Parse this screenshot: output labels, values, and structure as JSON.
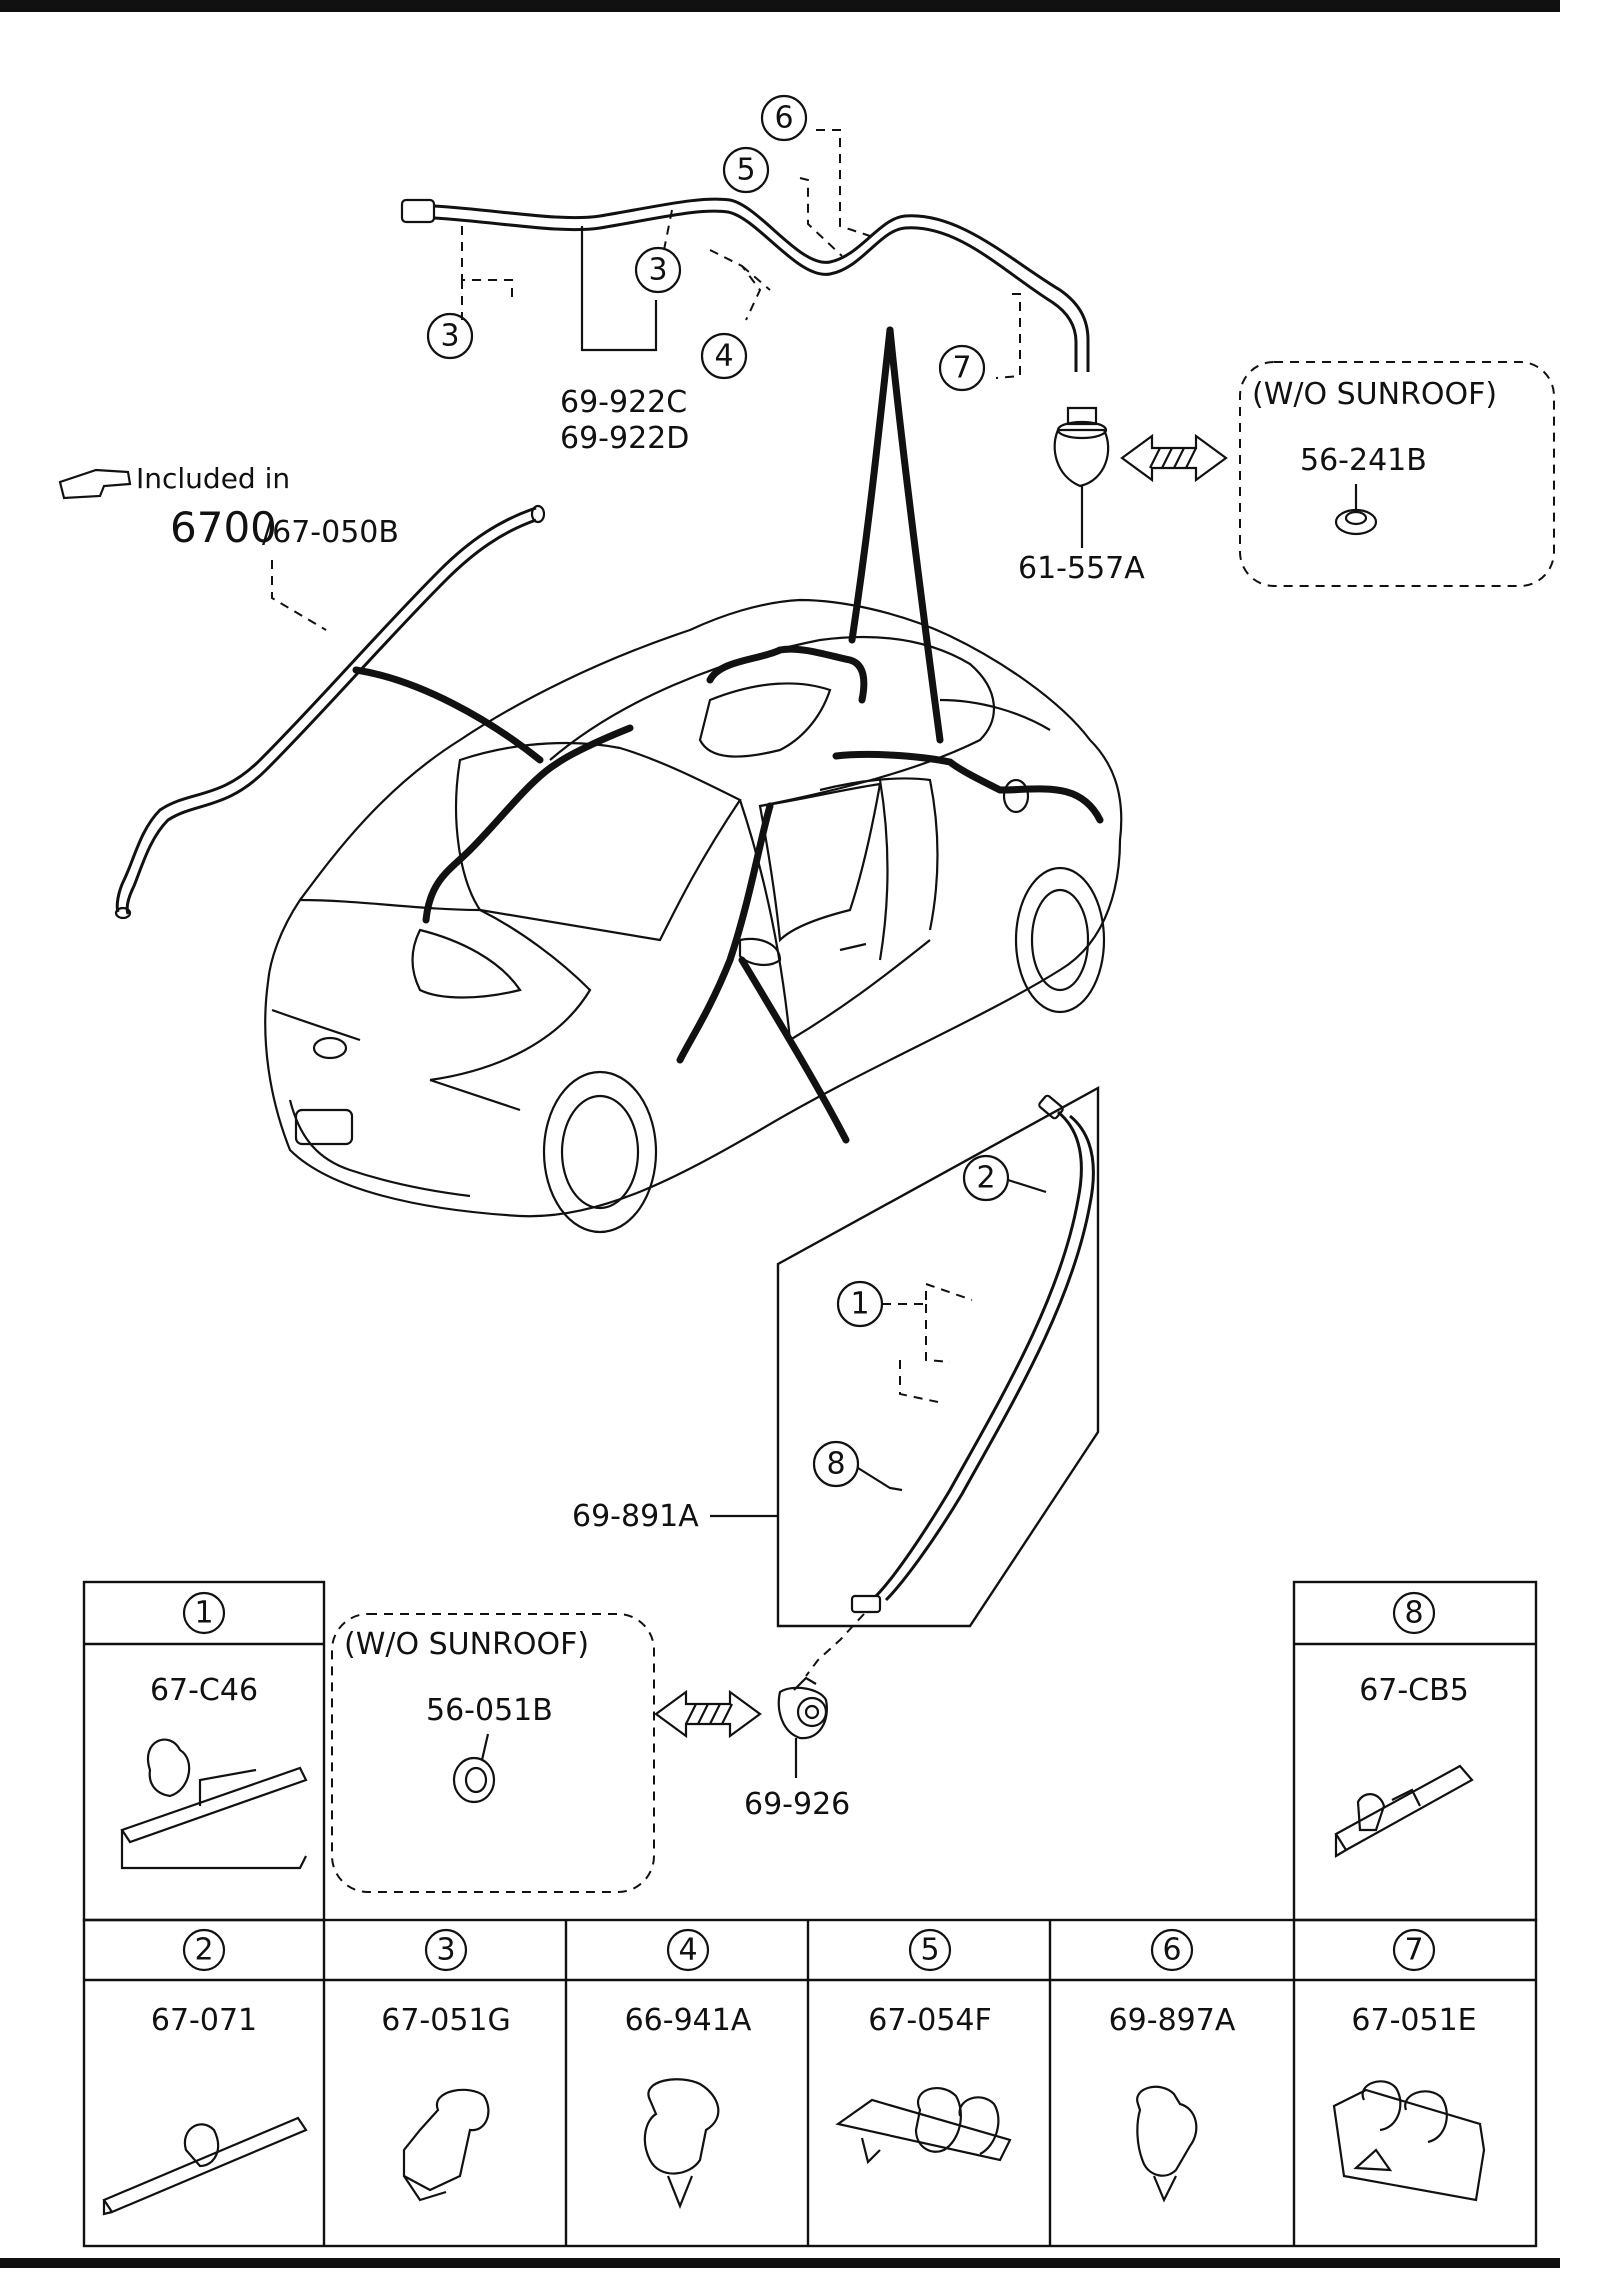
{
  "header_rule": true,
  "callouts": {
    "included_in": "Included in",
    "group_main": "6700",
    "group_sub": "/67-050B",
    "wo_sunroof_top": "(W/O SUNROOF)",
    "wo_sunroof_bottom": "(W/O SUNROOF)",
    "part_69_922C": "69-922C",
    "part_69_922D": "69-922D",
    "part_61_557A": "61-557A",
    "part_56_241B": "56-241B",
    "part_69_891A": "69-891A",
    "part_56_051B": "56-051B",
    "part_69_926": "69-926"
  },
  "ref_numbers": {
    "n1": "1",
    "n2": "2",
    "n3a": "3",
    "n3b": "3",
    "n4": "4",
    "n5": "5",
    "n6": "6",
    "n7": "7",
    "n8": "8"
  },
  "legend": [
    {
      "num": "1",
      "part": "67-C46"
    },
    {
      "num": "8",
      "part": "67-CB5"
    },
    {
      "num": "2",
      "part": "67-071"
    },
    {
      "num": "3",
      "part": "67-051G"
    },
    {
      "num": "4",
      "part": "66-941A"
    },
    {
      "num": "5",
      "part": "67-054F"
    },
    {
      "num": "6",
      "part": "69-897A"
    },
    {
      "num": "7",
      "part": "67-051E"
    }
  ]
}
